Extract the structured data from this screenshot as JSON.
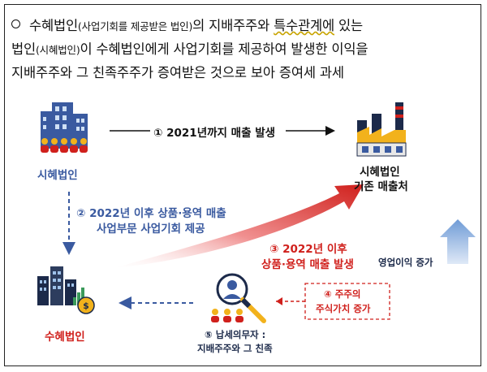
{
  "intro": {
    "line1_a": "수혜법인",
    "line1_small": "(사업기회를 제공받은 법인)",
    "line1_b": "의 지배주주와 ",
    "line1_c": "특수관계에",
    "line1_d": " 있는",
    "line2_a": "법인",
    "line2_small": "(시혜법인)",
    "line2_b": "이 수혜법인에게 사업기회를 제공하여 발생한 이익을",
    "line3": "지배주주와 그 친족주주가 증여받은 것으로 보아 증여세 과세"
  },
  "nodes": {
    "giver": "시혜법인",
    "customers_1": "시혜법인",
    "customers_2": "기존 매출처",
    "receiver": "수혜법인",
    "taxpayer_1": "⑤ 납세의무자 :",
    "taxpayer_2": "지배주주와 그 친족"
  },
  "steps": {
    "s1": "① 2021년까지 매출 발생",
    "s2_1": "② 2022년 이후 상품·용역 매출",
    "s2_2": "사업부문 사업기회 제공",
    "s3_1": "③ 2022년 이후",
    "s3_2": "상품·용역 매출 발생",
    "profit": "영업이익 증가",
    "s4_1": "④ 주주의",
    "s4_2": "주식가치 증가"
  },
  "colors": {
    "blue": "#3a5aa0",
    "red": "#d0201c",
    "navy": "#1c2a4a",
    "gold": "#f2b21c"
  },
  "icons": [
    "office-building-icon",
    "factory-icon",
    "city-buildings-icon",
    "shareholder-search-icon"
  ]
}
